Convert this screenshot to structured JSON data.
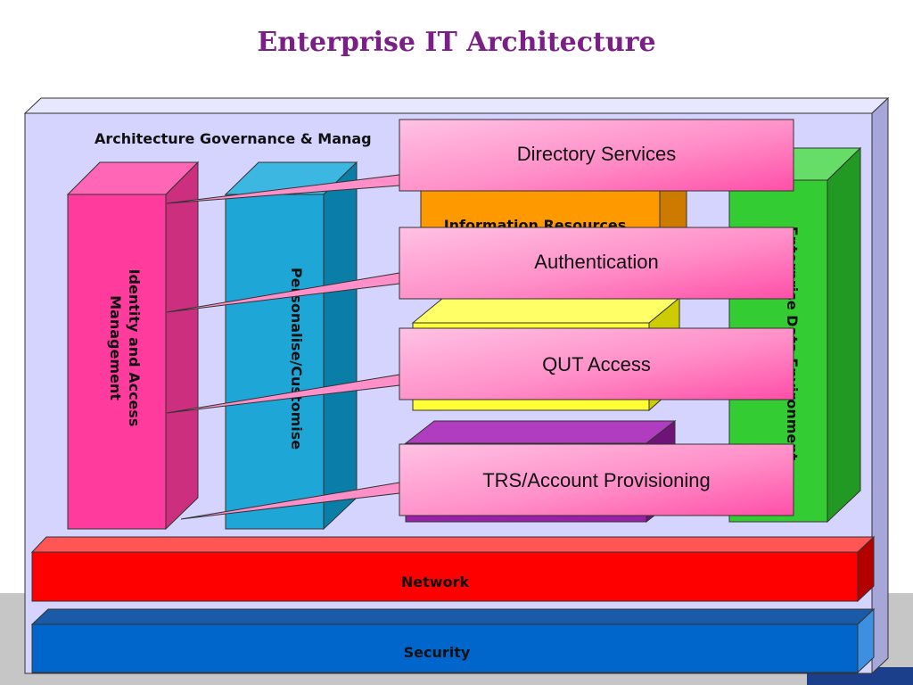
{
  "title": "Enterprise IT Architecture",
  "governance_label": "Architecture Governance & Manag",
  "pillars": {
    "identity": [
      "Identity and Access",
      "Management"
    ],
    "personalise": "Personalise/Customise",
    "information_resources": "Information Resources",
    "enterprise_data": "Enterprise Data Environment"
  },
  "callouts": [
    "Directory Services",
    "Authentication",
    "QUT Access",
    "TRS/Account Provisioning"
  ],
  "layers": {
    "network": "Network",
    "security": "Security"
  },
  "colors": {
    "title": "#7a1f86",
    "frame": "#d4d4ff",
    "identity": "#ff3b9e",
    "personalise": "#1ea7d6",
    "information_resources": "#ff9900",
    "yellow_block": "#ffff33",
    "purple_block": "#9b1fa8",
    "enterprise_data": "#33cc33",
    "callout": "#ff8fc8",
    "network": "#ff0000",
    "security": "#0066cc"
  }
}
